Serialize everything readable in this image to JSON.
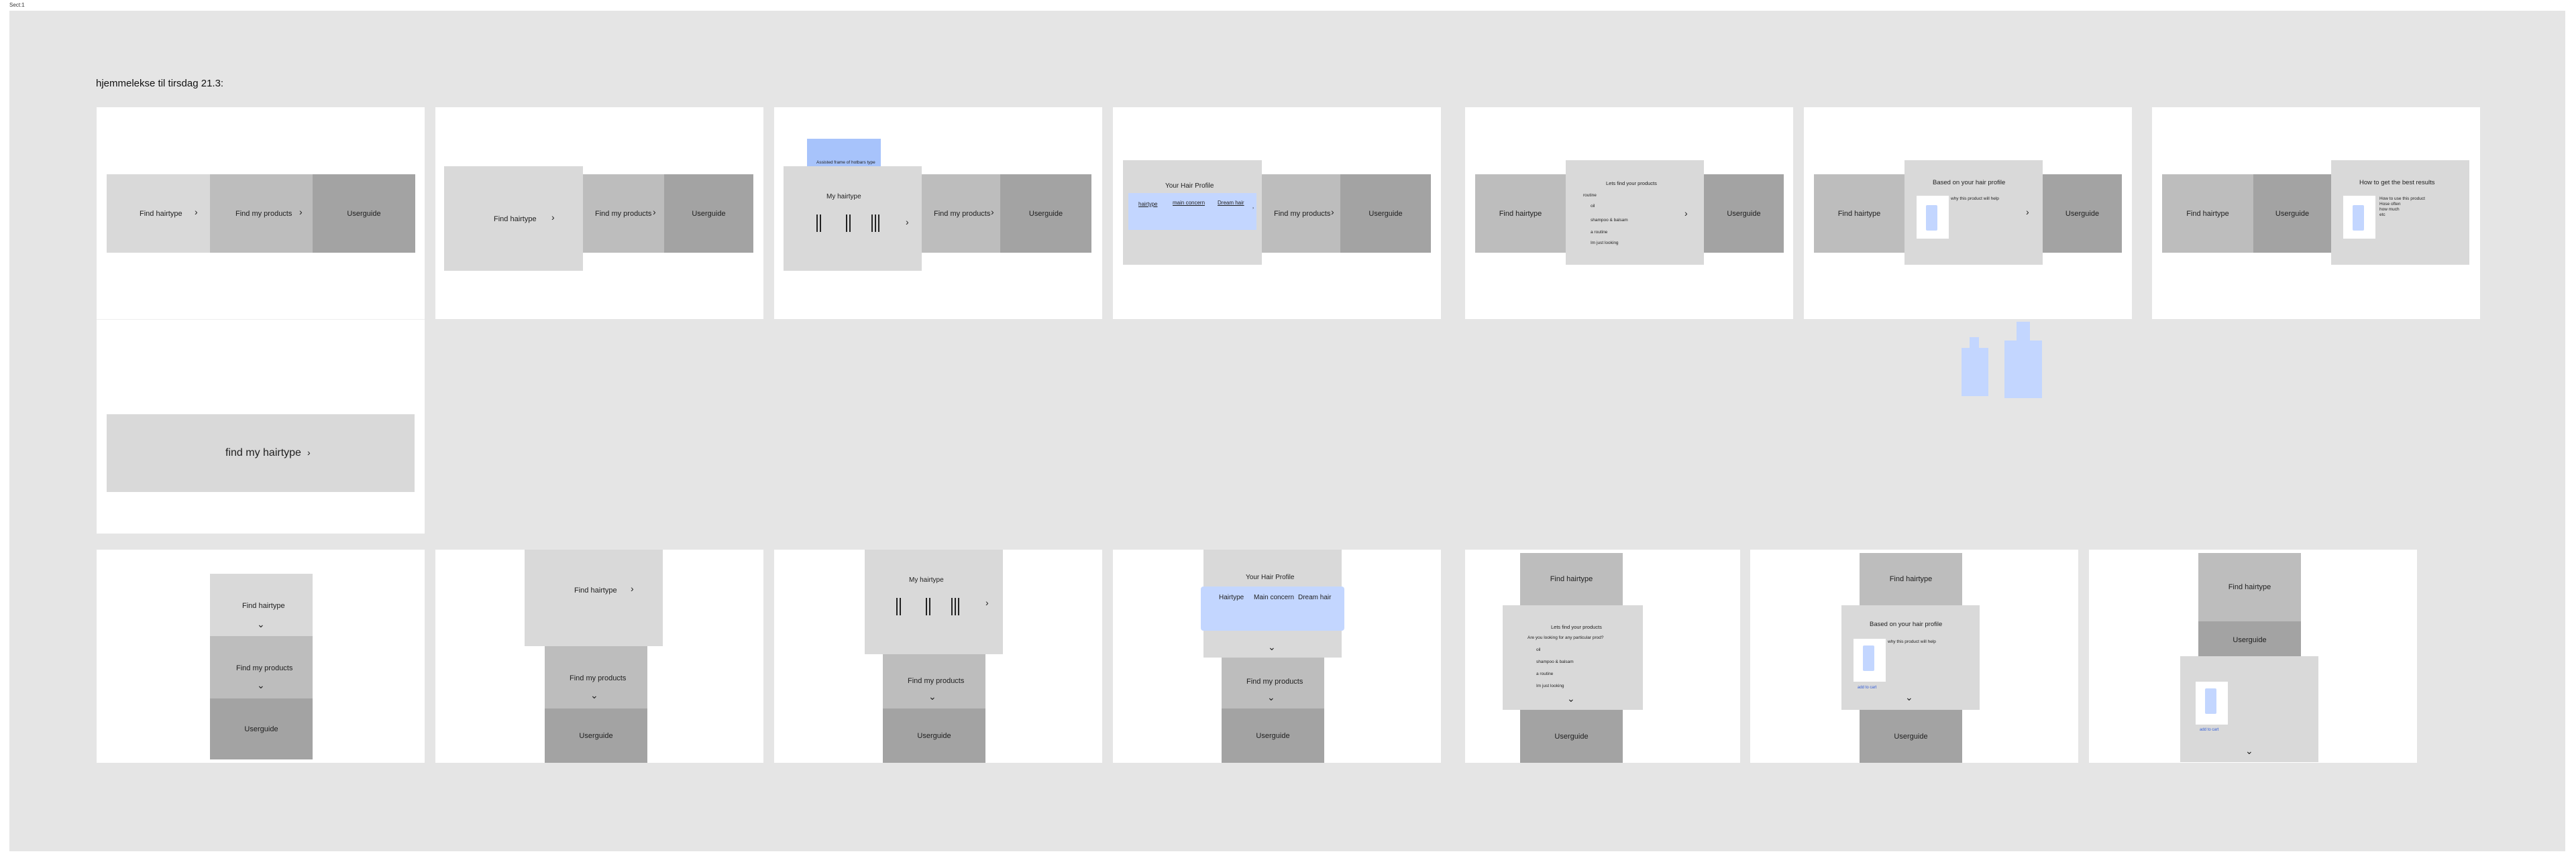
{
  "page": {
    "top_label": "Sect:1",
    "title": "hjemmelekse til tirsdag 21.3:"
  },
  "labels": {
    "find_hairtype": "Find hairtype",
    "find_my_products": "Find my products",
    "userguide": "Userguide",
    "find_my_hairtype": "find my hairtype",
    "my_hairtype": "My hairtype",
    "your_hair_profile": "Your Hair Profile",
    "lets_find": "Lets find your products",
    "based_on": "Based on your hair profile",
    "best_results": "How to get the best results",
    "tooltip": "Assisted frame of hotbars type",
    "looking_for": "Are you looking for any particular prod?",
    "why_help": "why this product will help",
    "add_to_cart": "add to cart"
  },
  "tabs": {
    "hairtype": "Hairtype",
    "main_concern": "Main concern",
    "dream_hair": "Dream hair"
  },
  "desktop_tabs": {
    "hairtype": "hairtype",
    "main_concern": "main concern",
    "dream_hair": "Dream hair"
  },
  "options": {
    "routine": "routine",
    "oil": "oil",
    "shampoo": "shampoo & balsam",
    "routine_item": "a routine",
    "browsing": "Im just looking"
  },
  "best_results_text": {
    "line1": "How to use this product",
    "line2": "Hose often",
    "line3": "how much",
    "line4": "etc"
  },
  "icons": {
    "chevron_right": "›",
    "chevron_down": "⌄"
  },
  "colors": {
    "canvas": "#e5e5e5",
    "frame": "#ffffff",
    "light": "#d9d9d9",
    "mid": "#bdbdbd",
    "dark": "#a3a3a3",
    "accent": "#c3d6ff"
  }
}
